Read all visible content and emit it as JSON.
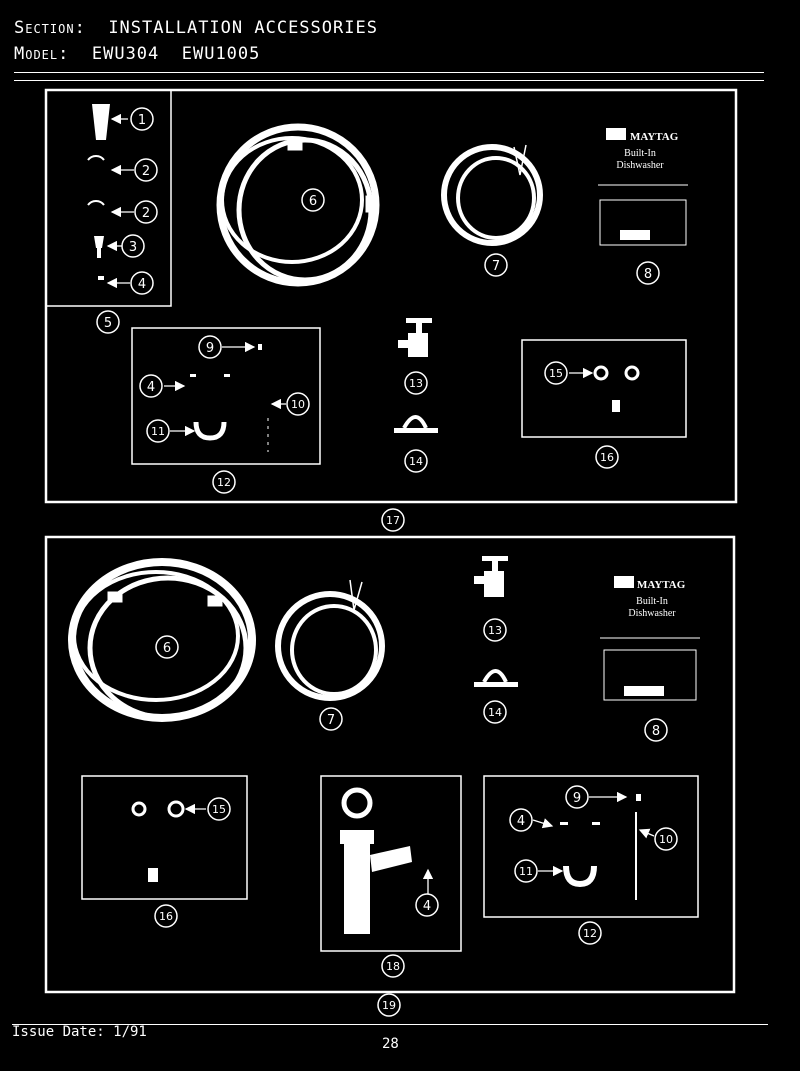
{
  "header": {
    "section_label": "Section:",
    "section_value": "INSTALLATION ACCESSORIES",
    "model_label": "Model:",
    "model_value": "EWU304  EWU1005"
  },
  "top_panel": {
    "brand": "MAYTAG",
    "box_line1": "Built-In",
    "box_line2": "Dishwasher",
    "callouts": {
      "c1": "1",
      "c2a": "2",
      "c2b": "2",
      "c3": "3",
      "c4a": "4",
      "c5": "5",
      "c6": "6",
      "c7": "7",
      "c8": "8",
      "c9": "9",
      "c4b": "4",
      "c10": "10",
      "c11": "11",
      "c12": "12",
      "c13": "13",
      "c14": "14",
      "c15": "15",
      "c16": "16"
    },
    "assembly": "17"
  },
  "bottom_panel": {
    "brand": "MAYTAG",
    "box_line1": "Built-In",
    "box_line2": "Dishwasher",
    "callouts": {
      "c6": "6",
      "c7": "7",
      "c13": "13",
      "c14": "14",
      "c8": "8",
      "c15": "15",
      "c16": "16",
      "c18": "18",
      "c4a": "4",
      "c9": "9",
      "c4b": "4",
      "c10": "10",
      "c11": "11",
      "c12": "12"
    },
    "assembly": "19"
  },
  "footer": {
    "issue_date": "Issue Date: 1/91",
    "page_number": "28"
  }
}
